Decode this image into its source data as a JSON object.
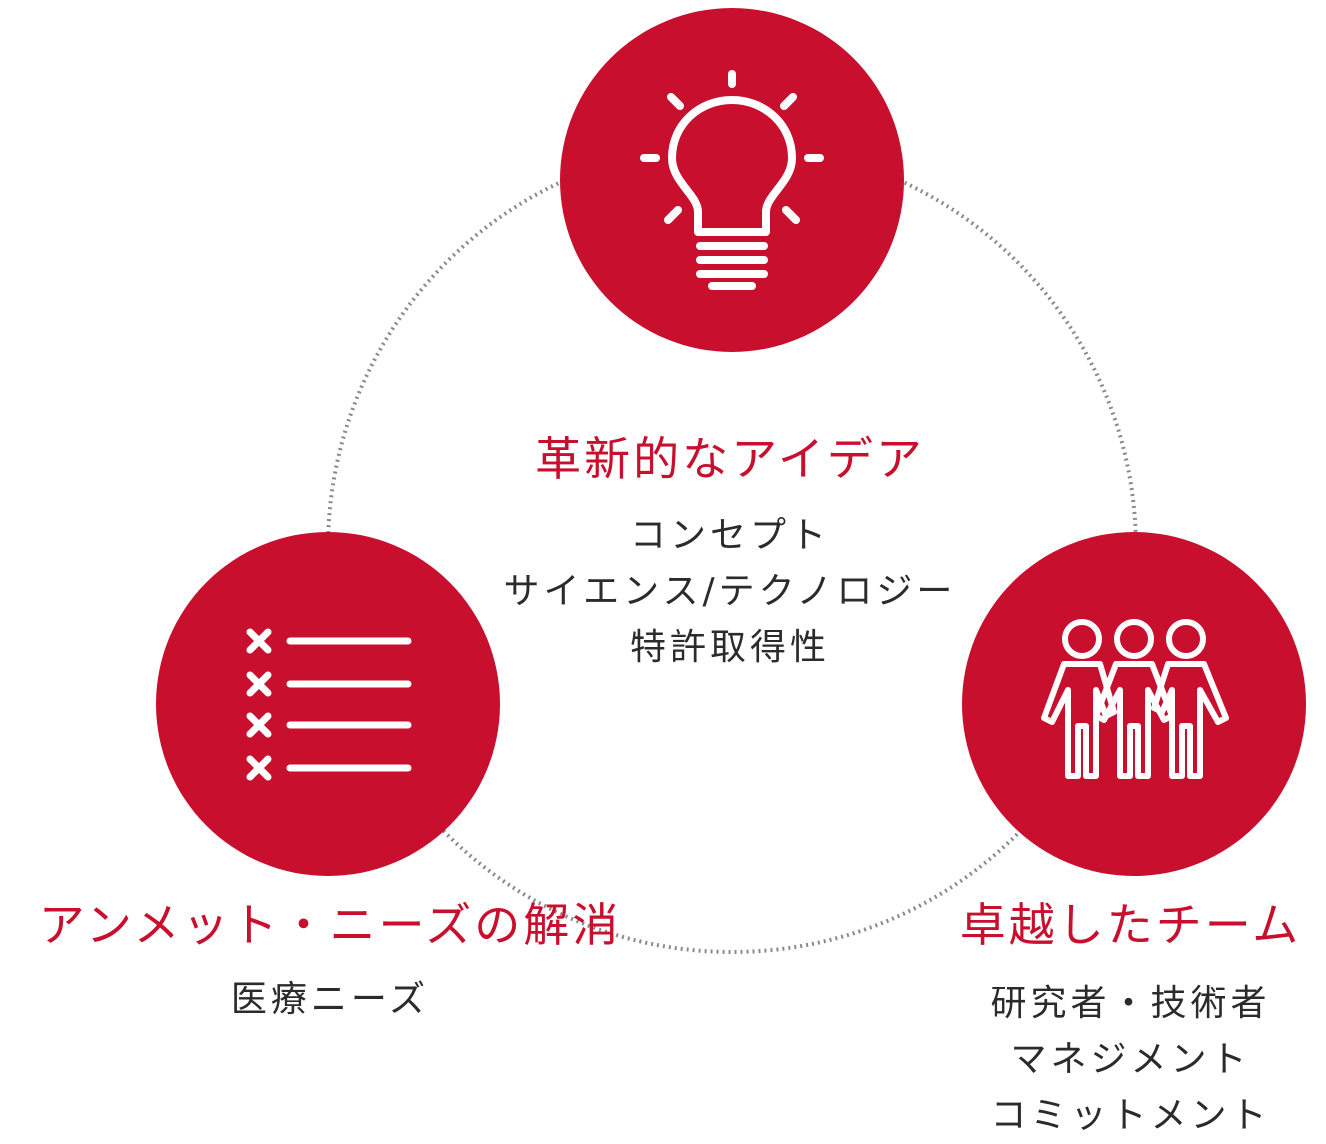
{
  "colors": {
    "accent": "#c8102e",
    "text": "#2b2b2b",
    "connector": "#8a8a8a",
    "icon": "#ffffff"
  },
  "nodes": {
    "top": {
      "icon": "lightbulb-icon",
      "title": "革新的なアイデア",
      "items": [
        "コンセプト",
        "サイエンス/テクノロジー",
        "特許取得性"
      ]
    },
    "left": {
      "icon": "checklist-icon",
      "title": "アンメット・ニーズの解消",
      "items": [
        "医療ニーズ"
      ]
    },
    "right": {
      "icon": "people-group-icon",
      "title": "卓越したチーム",
      "items": [
        "研究者・技術者",
        "マネジメント",
        "コミットメント"
      ]
    }
  }
}
